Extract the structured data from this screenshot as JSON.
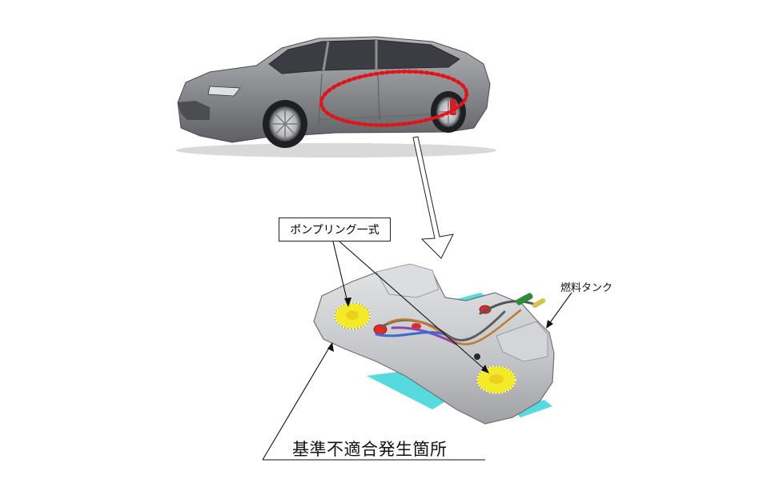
{
  "labels": {
    "pump_ring": "ポンプリング一式",
    "fuel_tank": "燃料タンク",
    "defect_location": "基準不適合発生箇所"
  },
  "colors": {
    "car_body": "#8c8e92",
    "highlight_dots": "#e0141a",
    "tank_body": "#c7c9cc",
    "pump_ring": "#f3ea2a",
    "red_ports": "#e02a2a",
    "cyan_flange": "#39d3d8"
  },
  "icons": {
    "car": "sedan-car-illustration",
    "tank": "fuel-tank-illustration",
    "arrow": "hollow-down-arrow"
  }
}
